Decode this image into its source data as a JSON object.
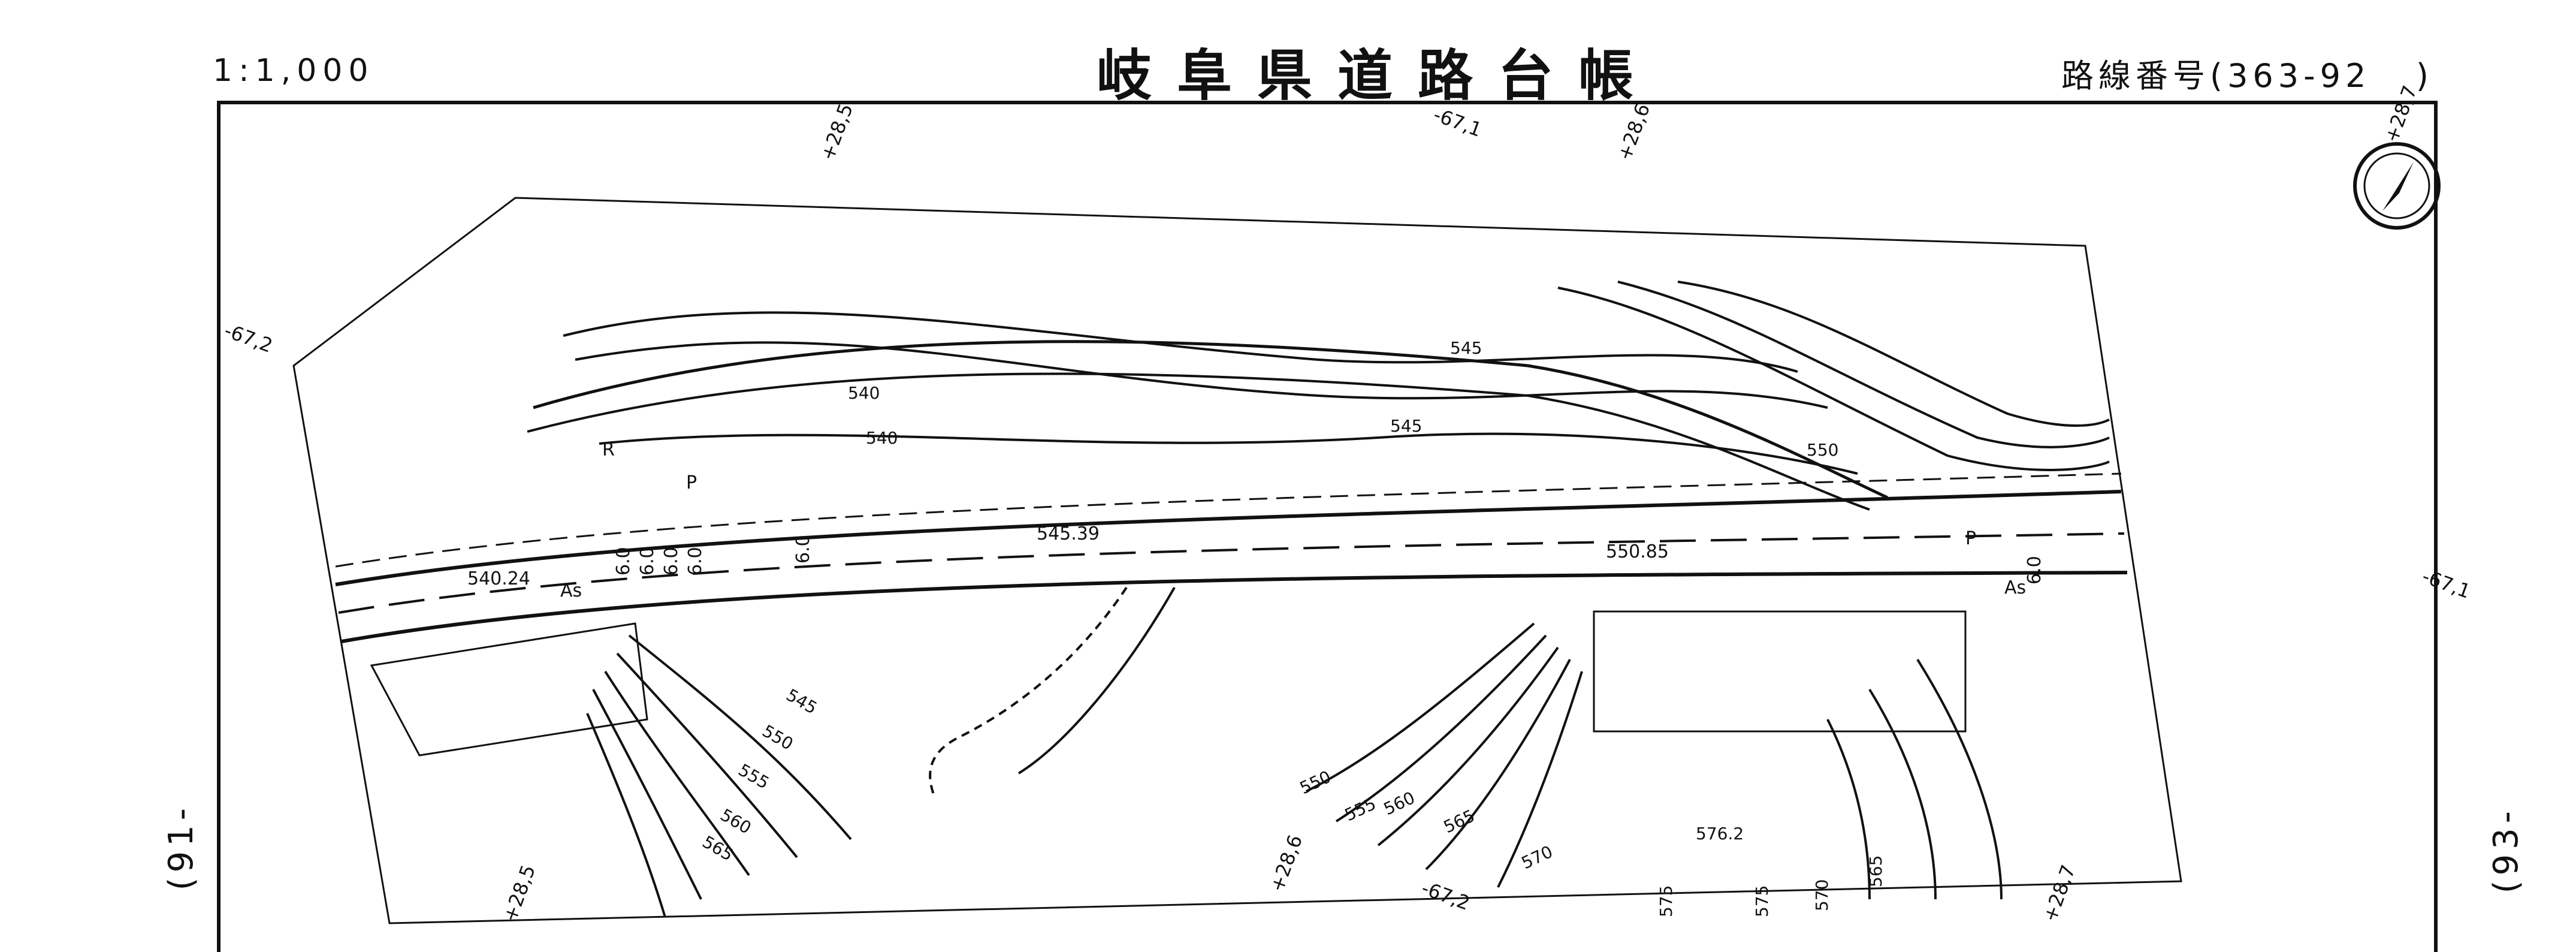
{
  "header": {
    "scale": "1:1,000",
    "title": "岐阜県道路台帳",
    "route_label": "路線番号(",
    "route_number": "363-92",
    "route_close": ")"
  },
  "sheet_refs": {
    "left": "(91-",
    "right": "(93-"
  },
  "grid_marks": {
    "top": [
      "+28,5",
      "-67,1",
      "+28,6",
      "+28,7"
    ],
    "left": "-67,2",
    "right": "-67,1",
    "bottom": [
      "+28,5",
      "+28,6",
      "-67,2",
      "+28,7"
    ]
  },
  "road": {
    "surface": "As",
    "elevations": [
      "540.24",
      "545.39",
      "550.85"
    ],
    "widths": [
      "6.0",
      "6.0",
      "6.0",
      "6.0",
      "6.0",
      "6.0"
    ],
    "markers": [
      "P",
      "P",
      "R"
    ]
  },
  "contours": {
    "north": [
      "540",
      "540",
      "545",
      "545",
      "550"
    ],
    "south_left": [
      "545",
      "550",
      "555",
      "560",
      "565"
    ],
    "south_mid": [
      "550",
      "555",
      "560",
      "565",
      "570"
    ],
    "south_right": [
      "575",
      "575",
      "570",
      "565"
    ],
    "spot_height": "576.2"
  },
  "north_arrow": {
    "icon": "north-arrow-icon"
  }
}
